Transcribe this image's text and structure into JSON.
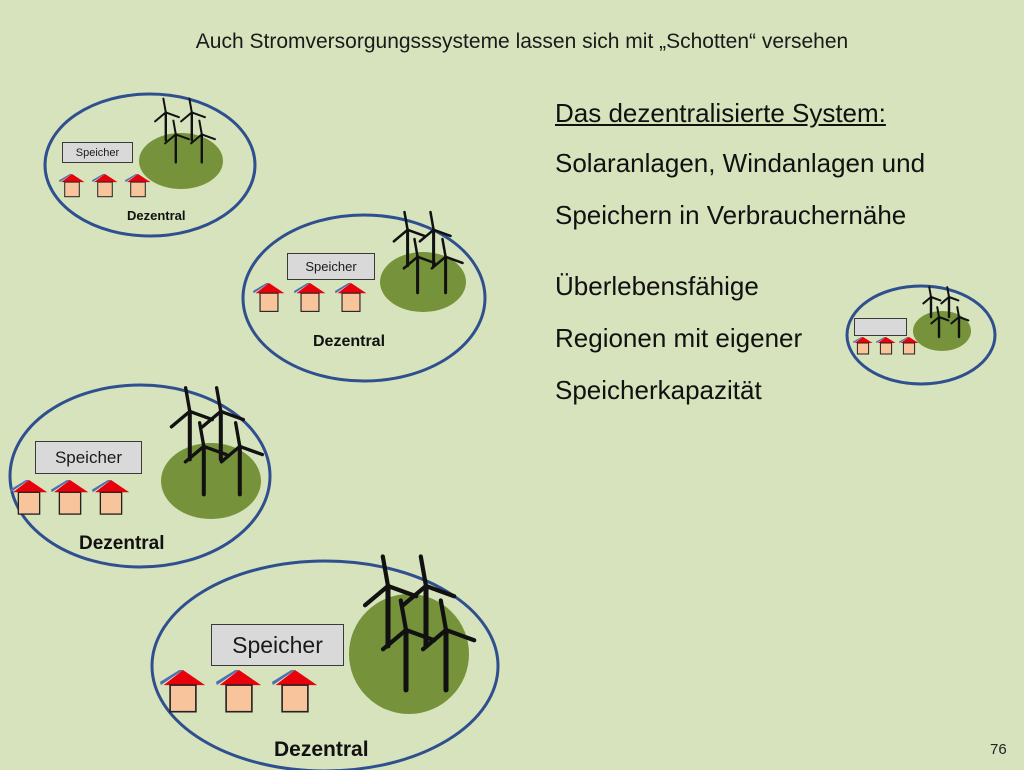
{
  "slide": {
    "title": "Auch Stromversorgungsssysteme lassen sich mit „Schotten“ versehen",
    "heading": "Das dezentralisierte System:",
    "line1": "Solaranlagen, Windanlagen und",
    "line2": "Speichern in Verbrauchernähe",
    "line3": "Überlebensfähige",
    "line4": "Regionen mit eigener",
    "line5": "Speicherkapazität",
    "page_number": "76"
  },
  "regions": [
    {
      "speicher_label": "Speicher",
      "region_label": "Dezentral"
    },
    {
      "speicher_label": "Speicher",
      "region_label": "Dezentral"
    },
    {
      "speicher_label": "Speicher",
      "region_label": "Dezentral"
    },
    {
      "speicher_label": "Speicher",
      "region_label": "Dezentral"
    },
    {
      "speicher_label": "",
      "region_label": ""
    }
  ],
  "colors": {
    "background": "#d6e3bc",
    "ellipse_border": "#2f4f8f",
    "hill": "#76933c",
    "roof": "#e8000b",
    "house": "#f8c49c",
    "chimney": "#4f6fb0"
  },
  "icons": [
    "wind-turbine-icon",
    "house-icon",
    "hill-icon"
  ]
}
